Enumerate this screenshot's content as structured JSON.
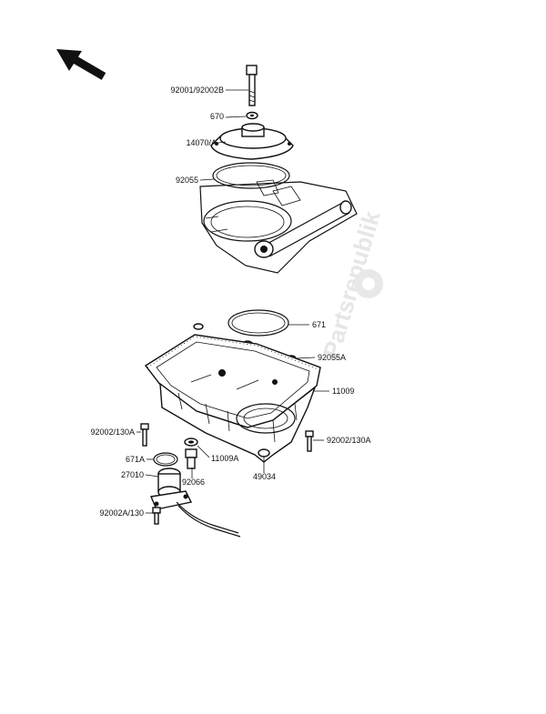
{
  "watermark": {
    "text": "Partsrepublik"
  },
  "labels": {
    "bolt_top": "92001/92002B",
    "washer": "670",
    "cover": "14070/A",
    "oring_top": "92055",
    "oring_mid": "671",
    "plug_small": "92055A",
    "gasket": "11009",
    "bolt_left": "92002/130A",
    "bolt_right": "92002/130A",
    "oring_small": "671A",
    "gasket_small": "11009A",
    "switch": "27010",
    "plug": "92066",
    "oil_pan": "49034",
    "bolt_bottom": "92002A/130"
  }
}
